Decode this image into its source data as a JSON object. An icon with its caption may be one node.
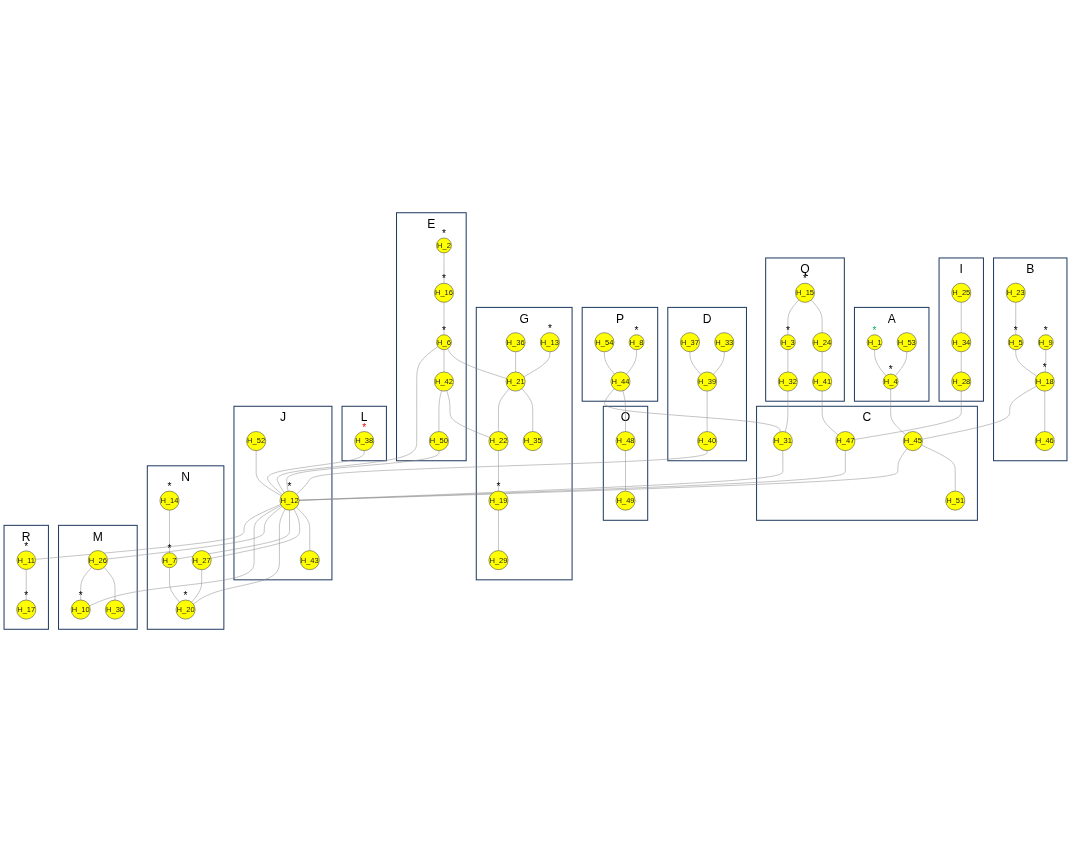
{
  "diagram": {
    "nodes": [
      {
        "text": [
          "A"
        ]
      },
      {
        "text": [
          "H_1"
        ],
        "in": 0,
        "beside": [
          "*"
        ]
      },
      {
        "text": [
          "H_53"
        ],
        "in": 0
      },
      {
        "text": [
          "H_4"
        ],
        "in": 0,
        "beside": [
          "*"
        ]
      },
      {
        "text": [
          "B"
        ]
      },
      {
        "text": [
          "H_23"
        ],
        "in": 4
      },
      {
        "text": [
          "H_5"
        ],
        "in": 4,
        "beside": [
          "*"
        ]
      },
      {
        "text": [
          "H_9"
        ],
        "in": 4,
        "beside": [
          "*"
        ]
      },
      {
        "text": [
          "H_18"
        ],
        "in": 4,
        "beside": [
          "*"
        ]
      },
      {
        "text": [
          "H_46"
        ],
        "in": 4
      },
      {
        "text": [
          "I"
        ]
      },
      {
        "text": [
          "H_25"
        ],
        "in": 10
      },
      {
        "text": [
          "H_34"
        ],
        "in": 10
      },
      {
        "text": [
          "H_28"
        ],
        "in": 10
      },
      {
        "text": [
          "Q"
        ]
      },
      {
        "text": [
          "H_15"
        ],
        "in": 14,
        "beside": [
          "*"
        ]
      },
      {
        "text": [
          "H_24"
        ],
        "in": 14
      },
      {
        "text": [
          "H_3"
        ],
        "in": 14,
        "beside": [
          "*"
        ]
      },
      {
        "text": [
          "H_41"
        ],
        "in": 14
      },
      {
        "text": [
          "H_32"
        ],
        "in": 14
      },
      {
        "text": [
          "D"
        ]
      },
      {
        "text": [
          "H_37"
        ],
        "in": 20
      },
      {
        "text": [
          "H_33"
        ],
        "in": 20
      },
      {
        "text": [
          "H_39"
        ],
        "in": 20
      },
      {
        "text": [
          "H_40"
        ],
        "in": 20
      },
      {
        "text": [
          "P"
        ]
      },
      {
        "text": [
          "H_54"
        ],
        "in": 25
      },
      {
        "text": [
          "H_8"
        ],
        "in": 25,
        "beside": [
          "*"
        ]
      },
      {
        "text": [
          "H_44"
        ],
        "in": 25
      },
      {
        "text": [
          "G"
        ]
      },
      {
        "text": [
          "H_36"
        ],
        "in": 29
      },
      {
        "text": [
          "H_13"
        ],
        "in": 29,
        "beside": [
          "*"
        ]
      },
      {
        "text": [
          "H_21"
        ],
        "in": 29
      },
      {
        "text": [
          "H_35"
        ],
        "in": 29
      },
      {
        "text": [
          "H_19"
        ],
        "in": 29,
        "beside": [
          "*"
        ]
      },
      {
        "text": [
          "H_29"
        ],
        "in": 29
      },
      {
        "text": [
          "H_22"
        ],
        "in": 29
      },
      {
        "text": [
          "O"
        ]
      },
      {
        "text": [
          "H_48"
        ],
        "in": 37
      },
      {
        "text": [
          "H_49"
        ],
        "in": 37
      },
      {
        "text": [
          "C"
        ]
      },
      {
        "text": [
          "H_51"
        ],
        "in": 40
      },
      {
        "text": [
          "H_45"
        ],
        "in": 40
      },
      {
        "text": [
          "H_31"
        ],
        "in": 40
      },
      {
        "text": [
          "H_47"
        ],
        "in": 40
      },
      {
        "text": [
          "E"
        ]
      },
      {
        "text": [
          "H_2"
        ],
        "in": 45,
        "beside": [
          "*"
        ]
      },
      {
        "text": [
          "H_16"
        ],
        "in": 45,
        "beside": [
          "*"
        ]
      },
      {
        "text": [
          "H_6"
        ],
        "in": 45,
        "beside": [
          "*"
        ]
      },
      {
        "text": [
          "H_42"
        ],
        "in": 45
      },
      {
        "text": [
          "H_50"
        ],
        "in": 45
      },
      {
        "text": [
          "L"
        ]
      },
      {
        "text": [
          "H_38"
        ],
        "in": 51,
        "beside": [
          "*"
        ]
      },
      {
        "text": [
          "J"
        ]
      },
      {
        "text": [
          "H_52"
        ],
        "in": 53
      },
      {
        "text": [
          "H_12"
        ],
        "in": 53,
        "beside": [
          "*"
        ]
      },
      {
        "text": [
          "H_43"
        ],
        "in": 53
      },
      {
        "text": [
          "N"
        ]
      },
      {
        "text": [
          "H_27"
        ],
        "in": 57
      },
      {
        "text": [
          "H_7"
        ],
        "in": 57,
        "beside": [
          "*"
        ]
      },
      {
        "text": [
          "H_14"
        ],
        "in": 57,
        "beside": [
          "*"
        ]
      },
      {
        "text": [
          "H_20"
        ],
        "in": 57,
        "beside": [
          "*"
        ]
      },
      {
        "text": [
          "M"
        ]
      },
      {
        "text": [
          "H_26"
        ],
        "in": 62
      },
      {
        "text": [
          "H_30"
        ],
        "in": 62
      },
      {
        "text": [
          "H_10"
        ],
        "in": 62,
        "beside": [
          "*"
        ]
      },
      {
        "text": [
          "R"
        ]
      },
      {
        "text": [
          "H_11"
        ],
        "in": 66,
        "beside": [
          "*"
        ]
      },
      {
        "text": [
          "H_17"
        ],
        "in": 66,
        "beside": [
          "*"
        ]
      }
    ],
    "edges": [
      {
        "from": 1,
        "to": 3,
        "arrow": "none"
      },
      {
        "from": 2,
        "to": 3,
        "arrow": "none"
      },
      {
        "from": 3,
        "to": 42,
        "arrow": "none"
      },
      {
        "from": 5,
        "to": 6,
        "arrow": "none"
      },
      {
        "from": 6,
        "to": 8,
        "arrow": "none"
      },
      {
        "from": 7,
        "to": 8,
        "arrow": "none"
      },
      {
        "from": 8,
        "to": 9,
        "arrow": "none"
      },
      {
        "from": 8,
        "to": 42,
        "arrow": "none"
      },
      {
        "from": 11,
        "to": 12,
        "arrow": "none"
      },
      {
        "from": 12,
        "to": 13,
        "arrow": "none"
      },
      {
        "from": 13,
        "to": 44,
        "arrow": "none"
      },
      {
        "from": 15,
        "to": 16,
        "arrow": "none"
      },
      {
        "from": 15,
        "to": 17,
        "arrow": "none"
      },
      {
        "from": 17,
        "to": 19,
        "arrow": "none"
      },
      {
        "from": 16,
        "to": 18,
        "arrow": "none"
      },
      {
        "from": 18,
        "to": 44,
        "arrow": "none"
      },
      {
        "from": 19,
        "to": 43,
        "arrow": "none"
      },
      {
        "from": 21,
        "to": 23,
        "arrow": "none"
      },
      {
        "from": 22,
        "to": 23,
        "arrow": "none"
      },
      {
        "from": 23,
        "to": 24,
        "arrow": "none"
      },
      {
        "from": 24,
        "to": 55,
        "arrow": "none"
      },
      {
        "from": 26,
        "to": 28,
        "arrow": "none"
      },
      {
        "from": 27,
        "to": 28,
        "arrow": "none"
      },
      {
        "from": 28,
        "to": 38,
        "arrow": "none"
      },
      {
        "from": 28,
        "to": 43,
        "arrow": "none"
      },
      {
        "from": 30,
        "to": 32,
        "arrow": "none"
      },
      {
        "from": 31,
        "to": 32,
        "arrow": "none"
      },
      {
        "from": 32,
        "to": 33,
        "arrow": "none"
      },
      {
        "from": 32,
        "to": 36,
        "arrow": "none"
      },
      {
        "from": 36,
        "to": 34,
        "arrow": "none"
      },
      {
        "from": 34,
        "to": 35,
        "arrow": "none"
      },
      {
        "from": 48,
        "to": 32,
        "arrow": "none"
      },
      {
        "from": 49,
        "to": 36,
        "arrow": "none"
      },
      {
        "from": 38,
        "to": 39,
        "arrow": "none"
      },
      {
        "from": 42,
        "to": 41,
        "arrow": "none"
      },
      {
        "from": 42,
        "to": 55,
        "arrow": "none"
      },
      {
        "from": 43,
        "to": 55,
        "arrow": "none"
      },
      {
        "from": 44,
        "to": 55,
        "arrow": "none"
      },
      {
        "from": 46,
        "to": 47,
        "arrow": "none"
      },
      {
        "from": 47,
        "to": 48,
        "arrow": "none"
      },
      {
        "from": 48,
        "to": 49,
        "arrow": "none"
      },
      {
        "from": 49,
        "to": 50,
        "arrow": "none"
      },
      {
        "from": 48,
        "to": 55,
        "arrow": "none"
      },
      {
        "from": 50,
        "to": 55,
        "arrow": "none"
      },
      {
        "from": 52,
        "to": 55,
        "arrow": "none"
      },
      {
        "from": 54,
        "to": 55,
        "arrow": "none"
      },
      {
        "from": 55,
        "to": 56,
        "arrow": "none"
      },
      {
        "from": 55,
        "to": 58,
        "arrow": "none"
      },
      {
        "from": 60,
        "to": 59,
        "arrow": "none"
      },
      {
        "from": 59,
        "to": 61,
        "arrow": "none"
      },
      {
        "from": 58,
        "to": 61,
        "arrow": "none"
      },
      {
        "from": 55,
        "to": 59,
        "arrow": "none"
      },
      {
        "from": 55,
        "to": 61,
        "arrow": "none"
      },
      {
        "from": 63,
        "to": 64,
        "arrow": "none"
      },
      {
        "from": 63,
        "to": 65,
        "arrow": "none"
      },
      {
        "from": 55,
        "to": 63,
        "arrow": "none"
      },
      {
        "from": 55,
        "to": 65,
        "arrow": "none"
      },
      {
        "from": 67,
        "to": 68,
        "arrow": "none"
      },
      {
        "from": 55,
        "to": 67,
        "arrow": "none"
      }
    ]
  }
}
